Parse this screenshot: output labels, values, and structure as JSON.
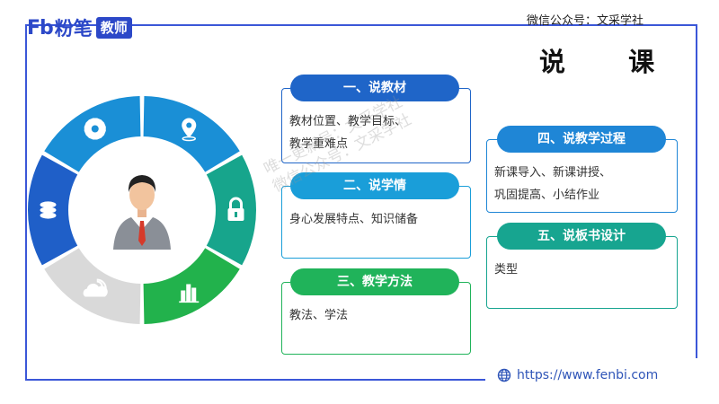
{
  "header": {
    "logo_fb": "Fb",
    "logo_brand": "粉笔",
    "logo_tag": "教师",
    "wechat": "微信公众号：文采学社",
    "title": "说 课"
  },
  "ring": {
    "segments": [
      {
        "icon": "coins-icon",
        "color": "#1f5fc8"
      },
      {
        "icon": "gear-icon",
        "color": "#1a8fd6"
      },
      {
        "icon": "location-pin-icon",
        "color": "#1a8fd6"
      },
      {
        "icon": "lock-icon",
        "color": "#17a58c"
      },
      {
        "icon": "bar-chart-icon",
        "color": "#22b24c"
      },
      {
        "icon": "cloud-wifi-icon",
        "color": "#d9d9d9"
      }
    ]
  },
  "cards": [
    {
      "label": "一、说教材",
      "lines": [
        "教材位置、教学目标、",
        "教学重难点"
      ],
      "color": "#1f65c8"
    },
    {
      "label": "二、说学情",
      "lines": [
        "身心发展特点、知识储备"
      ],
      "color": "#1a9ed9"
    },
    {
      "label": "三、教学方法",
      "lines": [
        "教法、学法"
      ],
      "color": "#20b35a"
    },
    {
      "label": "四、说教学过程",
      "lines": [
        "新课导入、新课讲授、",
        "巩固提高、小结作业"
      ],
      "color": "#1f86d6"
    },
    {
      "label": "五、说板书设计",
      "lines": [
        "类型"
      ],
      "color": "#17a590"
    }
  ],
  "watermark": [
    "唯一更新号：文采学社",
    "微信公众号：文采学社"
  ],
  "footer": {
    "url": "https://www.fenbi.com",
    "icon": "globe-icon"
  }
}
